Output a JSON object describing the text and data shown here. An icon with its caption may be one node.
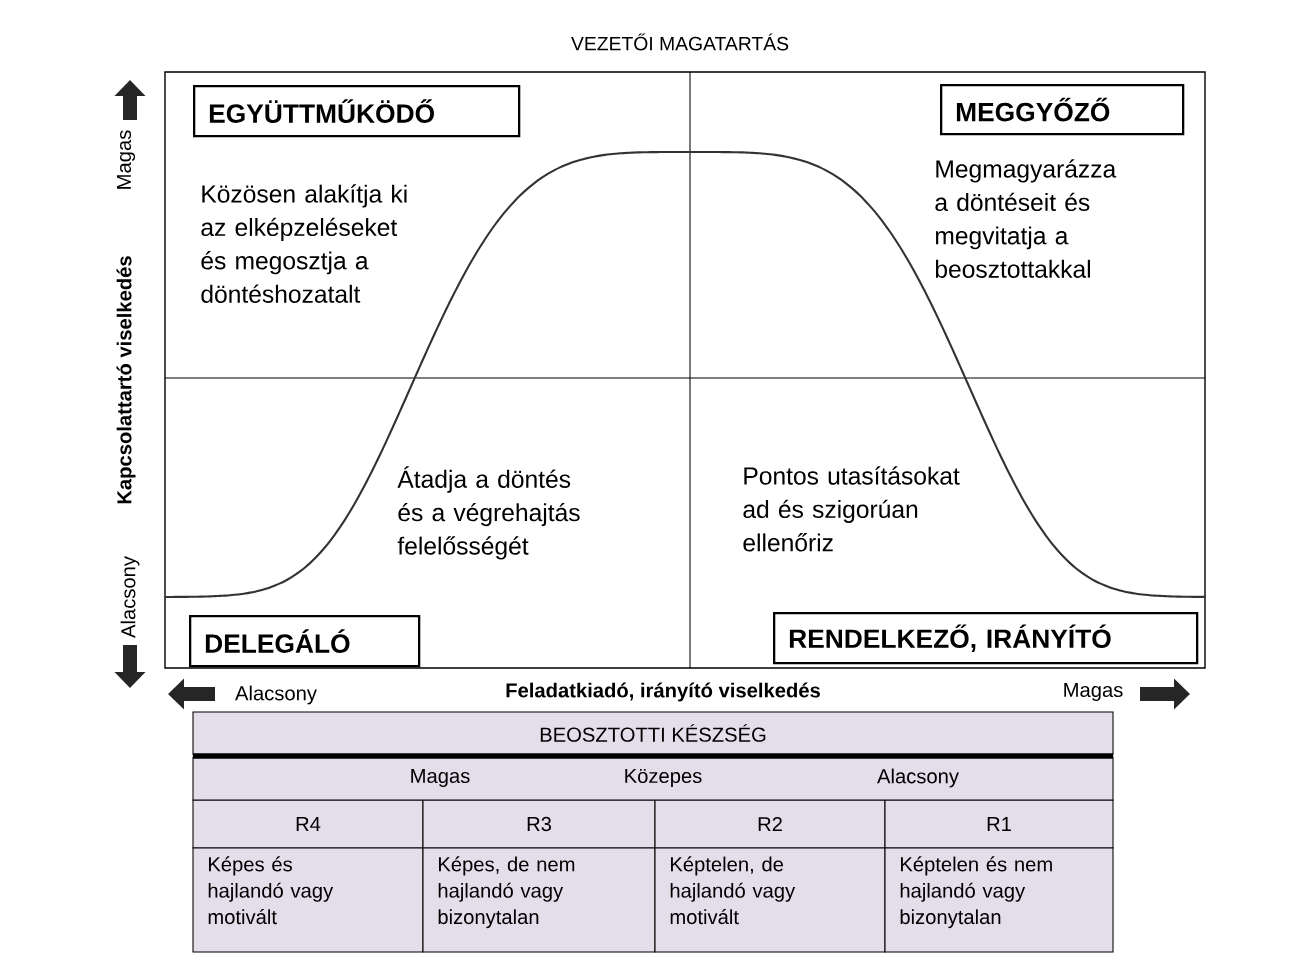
{
  "diagram": {
    "title": "VEZETŐI MAGATARTÁS",
    "nodes": [
      {
        "text": [
          "EGYÜTTMŰKÖDŐ"
        ]
      },
      {
        "text": [
          "MEGGYŐZŐ"
        ]
      },
      {
        "text": [
          "DELEGÁLÓ"
        ]
      },
      {
        "text": [
          "RENDELKEZŐ, IRÁNYÍTÓ"
        ]
      }
    ],
    "labels": [
      "Magas",
      "Kapcsolattartó viselkedés",
      "Alacsony",
      "Közösen alakítja ki az elképzeléseket és megosztja a döntéshozatalt",
      "Megmagyarázza a döntéseit és megvitatja a beosztottakkal",
      "Átadja a döntés és a végrehajtás felelősségét",
      "Pontos utasításokat ad és szigorúan ellenőriz",
      "Alacsony",
      "Feladatkiadó, irányító viselkedés",
      "Magas",
      "BEOSZTOTTI KÉSZSÉG",
      "Magas",
      "Közepes",
      "Alacsony",
      "R4",
      "R3",
      "R2",
      "R1",
      "Képes és hajlandó vagy motivált",
      "Képes, de nem hajlandó vagy bizonytalan",
      "Képtelen, de hajlandó vagy motivált",
      "Képtelen és nem hajlandó vagy bizonytalan"
    ]
  }
}
